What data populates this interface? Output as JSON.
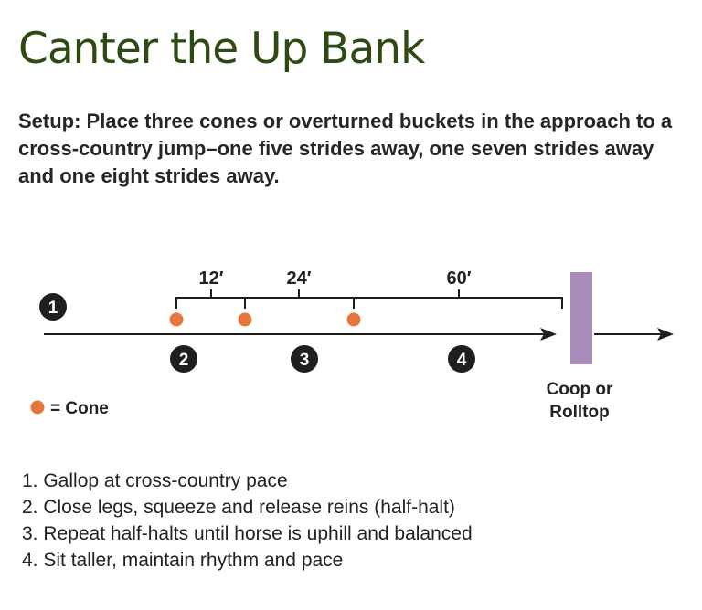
{
  "title": "Canter the Up Bank",
  "setup_text": "Setup: Place three cones or overturned buckets in the approach to a cross-country jump–one five strides away, one seven strides away and one eight strides away.",
  "diagram": {
    "start_marker": "1",
    "phase_markers": [
      "2",
      "3",
      "4"
    ],
    "distances": [
      "12′",
      "24′",
      "60′"
    ],
    "legend_label": "= Cone",
    "obstacle_label_line1": "Coop or",
    "obstacle_label_line2": "Rolltop",
    "colors": {
      "cone": "#e8763c",
      "obstacle": "#a98bb9",
      "marker": "#1f1f1f",
      "line": "#1f1f1f",
      "title": "#2d4a14"
    }
  },
  "steps": [
    "1. Gallop at cross-country pace",
    "2. Close legs, squeeze and release reins (half-halt)",
    "3. Repeat half-halts until horse is uphill and balanced",
    "4. Sit taller, maintain rhythm and pace"
  ]
}
